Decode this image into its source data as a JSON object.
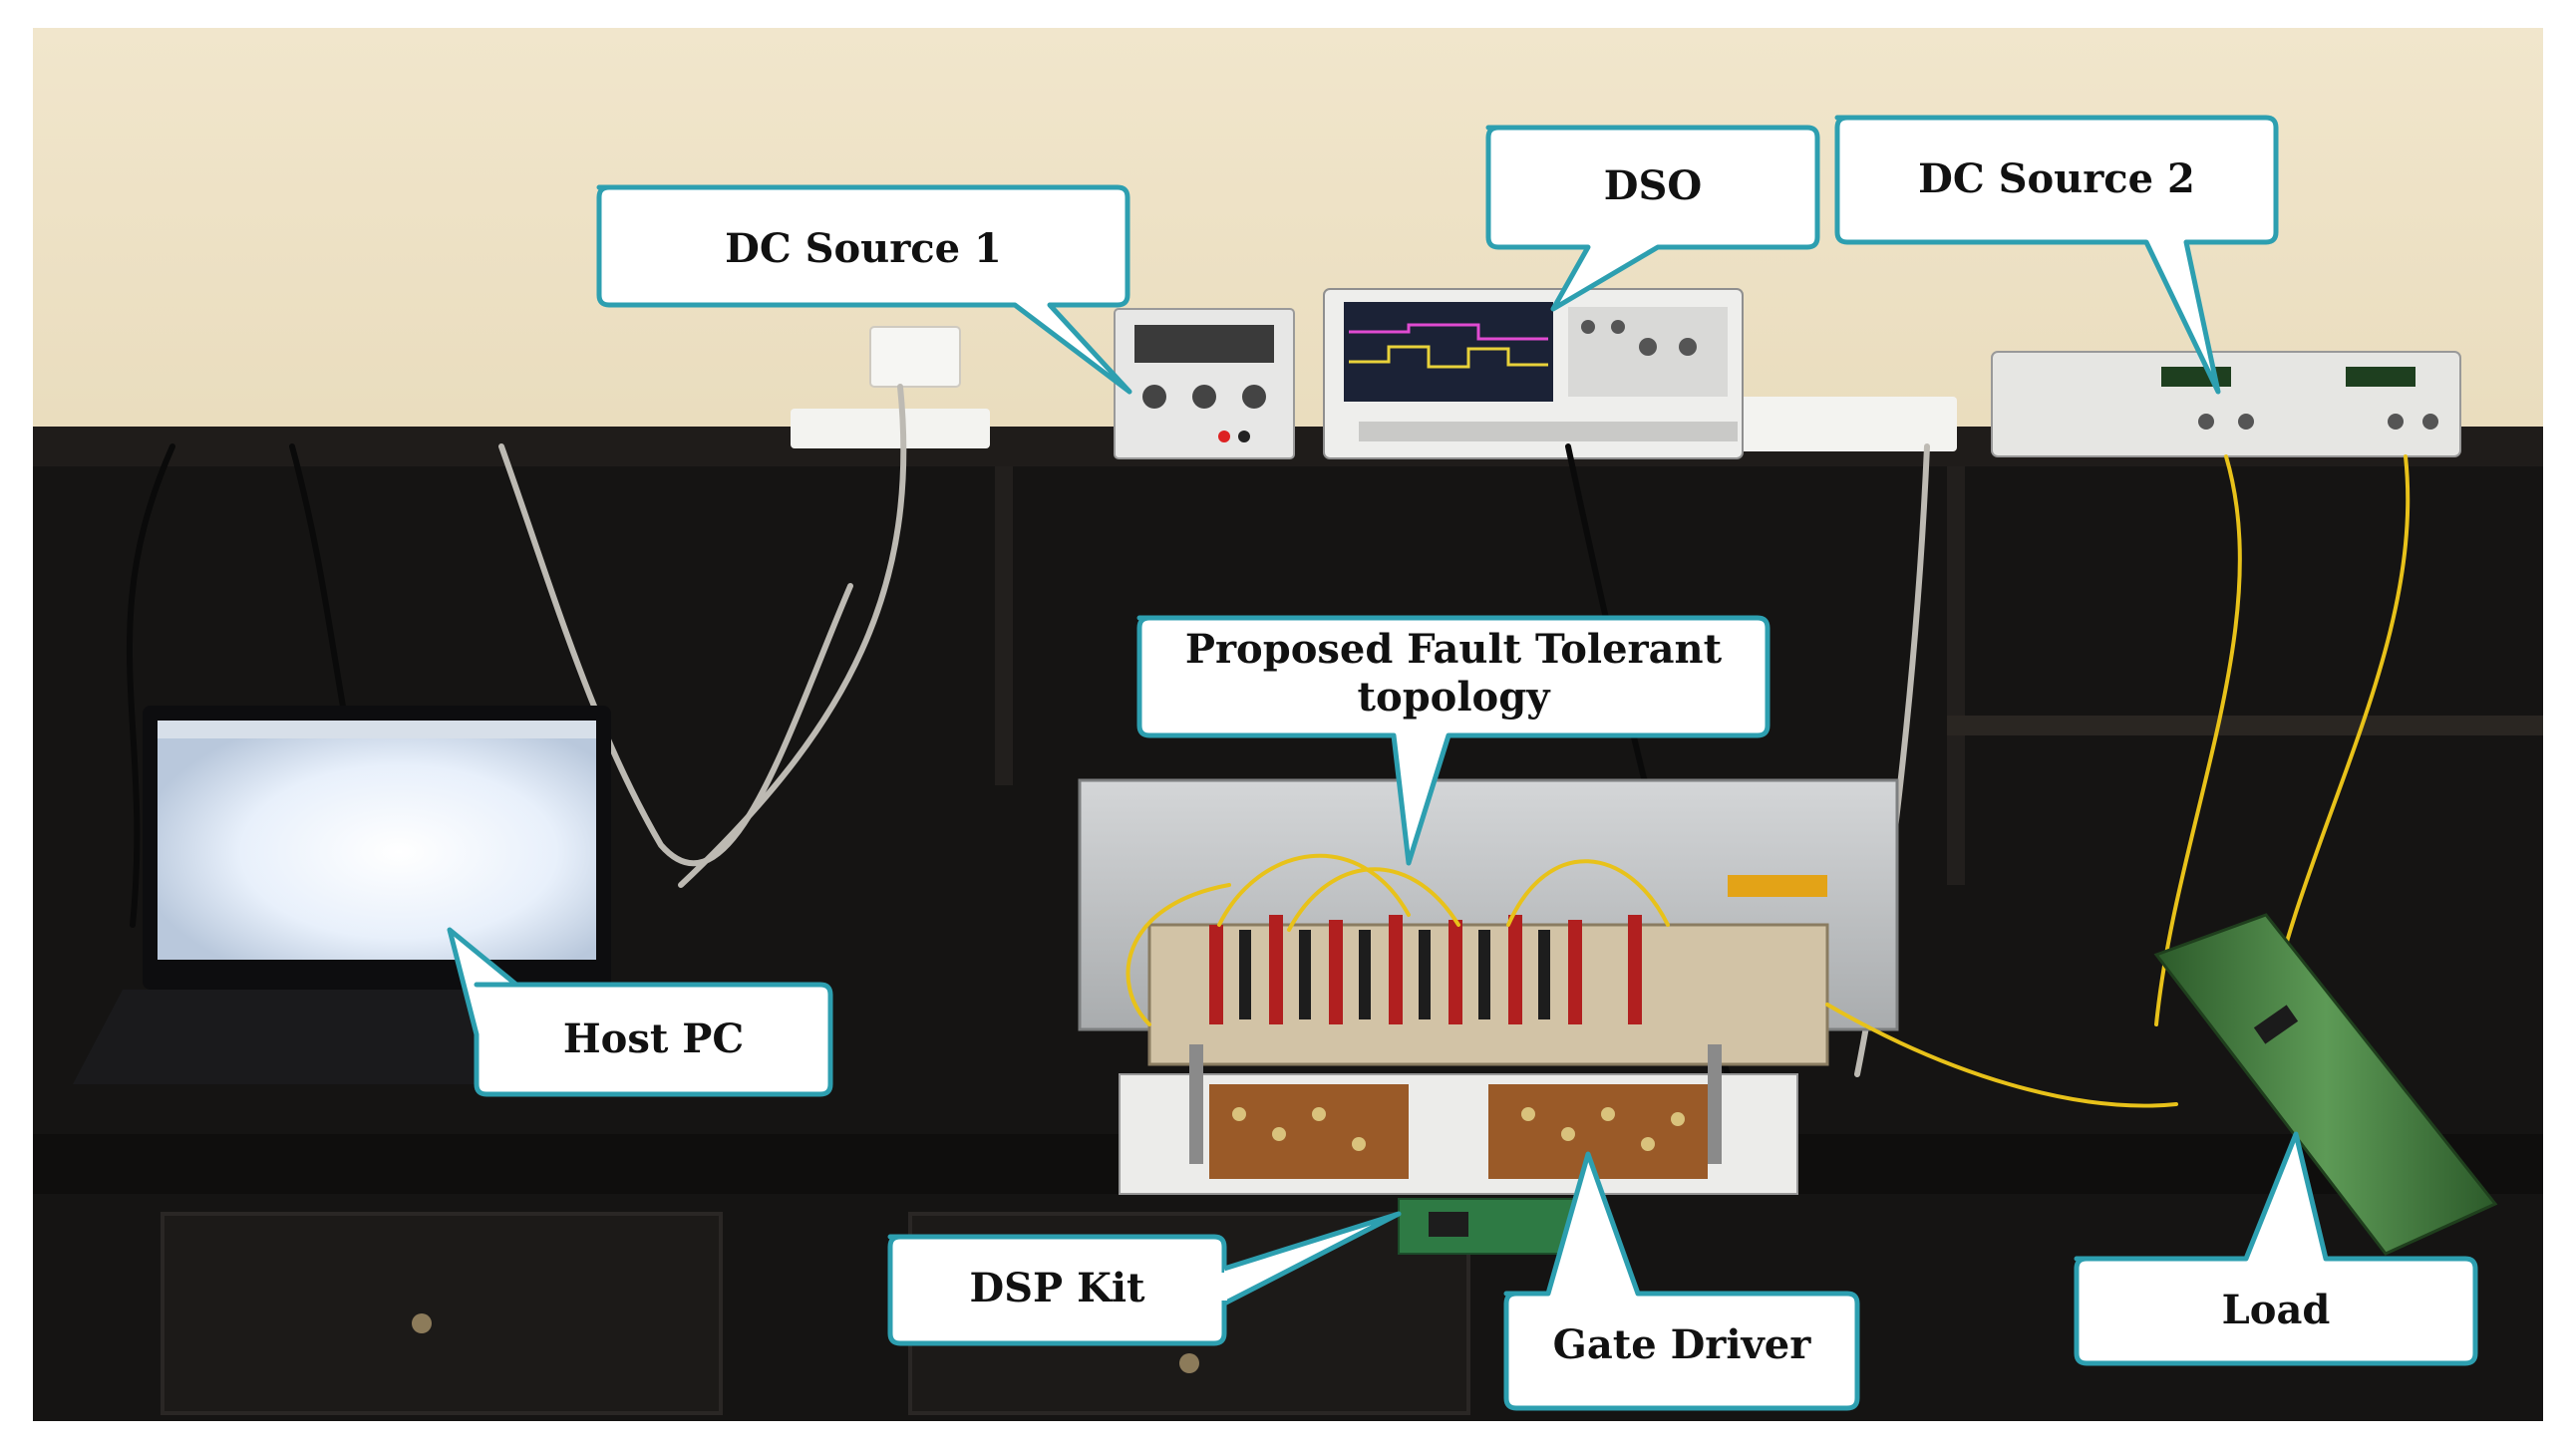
{
  "figure": {
    "description_visible": false,
    "callouts": {
      "dc_source_1": "DC Source 1",
      "dso": "DSO",
      "dc_source_2": "DC Source 2",
      "proposed_line1": "Proposed Fault Tolerant",
      "proposed_line2": "topology",
      "host_pc": "Host PC",
      "dsp_kit": "DSP Kit",
      "gate_driver": "Gate Driver",
      "load": "Load"
    },
    "colors": {
      "wall": "#efe3c8",
      "furniture": "#151413",
      "callout_border": "#2d9fb0",
      "callout_fill": "#ffffff",
      "wire_yellow": "#e8c21a",
      "load_green": "#3f7a3c",
      "laptop_screen": "#e9f1fb"
    }
  }
}
